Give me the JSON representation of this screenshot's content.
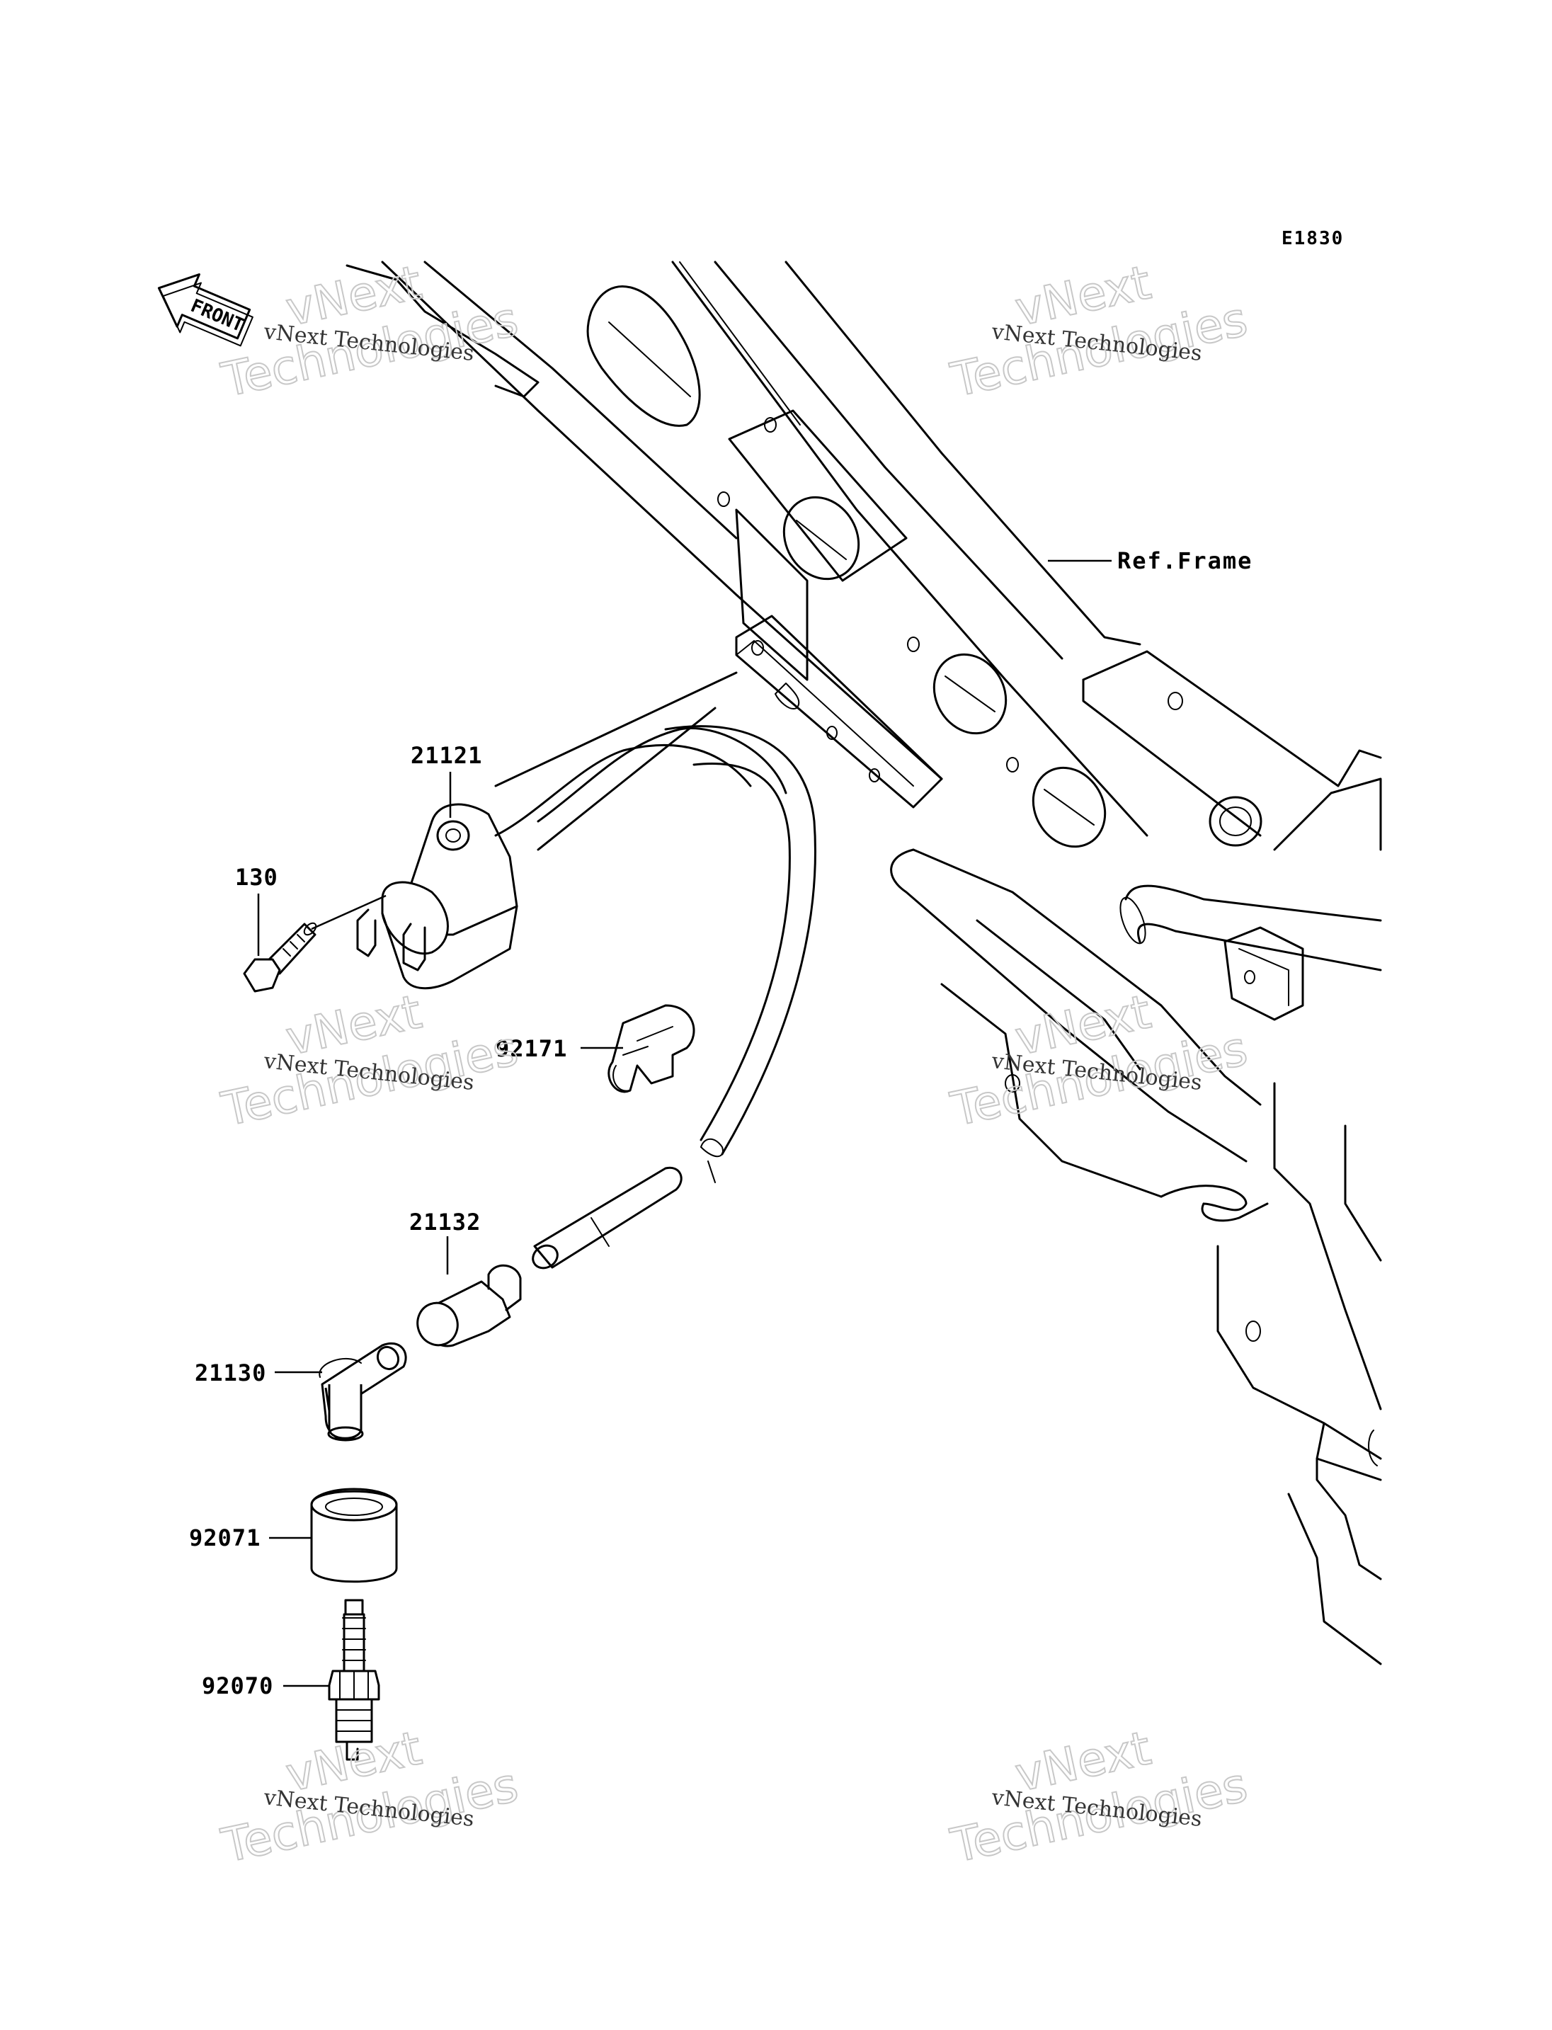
{
  "diagram": {
    "code": "E1830",
    "front_arrow_label": "FRONT",
    "ref_frame_label": "Ref.Frame",
    "parts": [
      {
        "id": "p-21121",
        "number": "21121"
      },
      {
        "id": "p-130",
        "number": "130"
      },
      {
        "id": "p-92171",
        "number": "92171"
      },
      {
        "id": "p-21132",
        "number": "21132"
      },
      {
        "id": "p-21130",
        "number": "21130"
      },
      {
        "id": "p-92071",
        "number": "92071"
      },
      {
        "id": "p-92070",
        "number": "92070"
      }
    ]
  },
  "watermarks": [
    {
      "small": "vNext Technologies",
      "big_top": "vNext",
      "big_bottom": "Technologies"
    },
    {
      "small": "vNext Technologies",
      "big_top": "vNext",
      "big_bottom": "Technologies"
    },
    {
      "small": "vNext Technologies",
      "big_top": "vNext",
      "big_bottom": "Technologies"
    },
    {
      "small": "vNext Technologies",
      "big_top": "vNext",
      "big_bottom": "Technologies"
    },
    {
      "small": "vNext Technologies",
      "big_top": "vNext",
      "big_bottom": "Technologies"
    },
    {
      "small": "vNext Technologies",
      "big_top": "vNext",
      "big_bottom": "Technologies"
    }
  ]
}
